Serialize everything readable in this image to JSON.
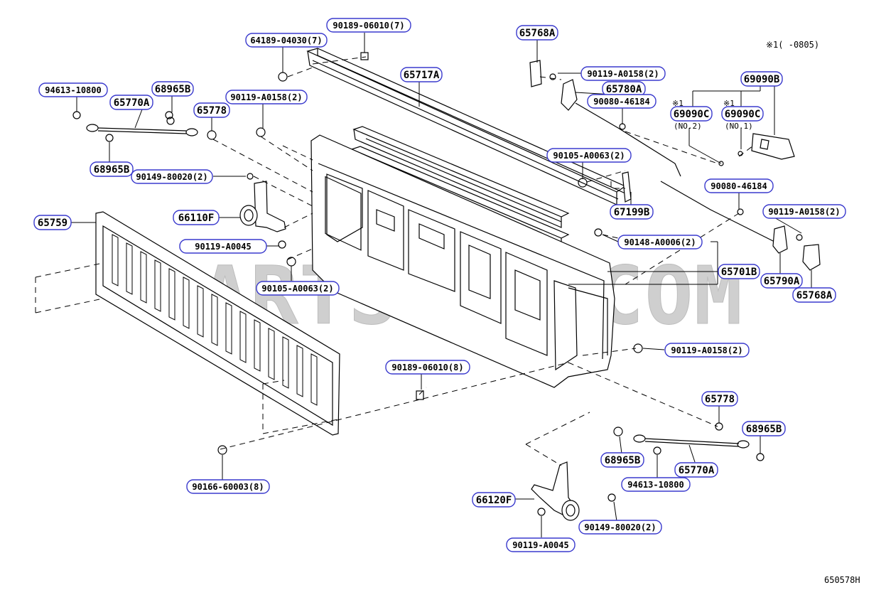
{
  "diagram": {
    "header_note": "※1(     -0805)",
    "figure_code": "650578H",
    "watermark": "PARTSOUQ.COM",
    "colors": {
      "callout_border": "#3a3acd",
      "line": "#000000",
      "watermark": "#c8c8c8"
    },
    "callouts": [
      {
        "id": "c1",
        "text": "90189-06010(7)"
      },
      {
        "id": "c2",
        "text": "64189-04030(7)"
      },
      {
        "id": "c3",
        "text": "65768A"
      },
      {
        "id": "c4",
        "text": "94613-10800"
      },
      {
        "id": "c5",
        "text": "68965B"
      },
      {
        "id": "c6",
        "text": "65770A"
      },
      {
        "id": "c7",
        "text": "65778"
      },
      {
        "id": "c8",
        "text": "90119-A0158(2)"
      },
      {
        "id": "c9",
        "text": "65717A"
      },
      {
        "id": "c10",
        "text": "90119-A0158(2)"
      },
      {
        "id": "c11",
        "text": "65780A"
      },
      {
        "id": "c12",
        "text": "90080-46184"
      },
      {
        "id": "c13",
        "text": "69090B"
      },
      {
        "id": "c14",
        "text": "69090C"
      },
      {
        "id": "c15",
        "text": "69090C"
      },
      {
        "id": "c16",
        "text": "68965B"
      },
      {
        "id": "c17",
        "text": "90149-80020(2)"
      },
      {
        "id": "c18",
        "text": "90105-A0063(2)"
      },
      {
        "id": "c19",
        "text": "90080-46184"
      },
      {
        "id": "c20",
        "text": "66110F"
      },
      {
        "id": "c21",
        "text": "65759"
      },
      {
        "id": "c22",
        "text": "67199B"
      },
      {
        "id": "c23",
        "text": "90119-A0158(2)"
      },
      {
        "id": "c24",
        "text": "90148-A0006(2)"
      },
      {
        "id": "c25",
        "text": "90119-A0045"
      },
      {
        "id": "c26",
        "text": "65701B"
      },
      {
        "id": "c27",
        "text": "65790A"
      },
      {
        "id": "c28",
        "text": "65768A"
      },
      {
        "id": "c29",
        "text": "90105-A0063(2)"
      },
      {
        "id": "c30",
        "text": "90119-A0158(2)"
      },
      {
        "id": "c31",
        "text": "90189-06010(8)"
      },
      {
        "id": "c32",
        "text": "65778"
      },
      {
        "id": "c33",
        "text": "68965B"
      },
      {
        "id": "c34",
        "text": "68965B"
      },
      {
        "id": "c35",
        "text": "65770A"
      },
      {
        "id": "c36",
        "text": "94613-10800"
      },
      {
        "id": "c37",
        "text": "90166-60003(8)"
      },
      {
        "id": "c38",
        "text": "66120F"
      },
      {
        "id": "c39",
        "text": "90149-80020(2)"
      },
      {
        "id": "c40",
        "text": "90119-A0045"
      }
    ],
    "notes": [
      {
        "id": "n1",
        "text": "※1"
      },
      {
        "id": "n2",
        "text": "(NO.2)"
      },
      {
        "id": "n3",
        "text": "※1"
      },
      {
        "id": "n4",
        "text": "(NO.1)"
      }
    ]
  }
}
